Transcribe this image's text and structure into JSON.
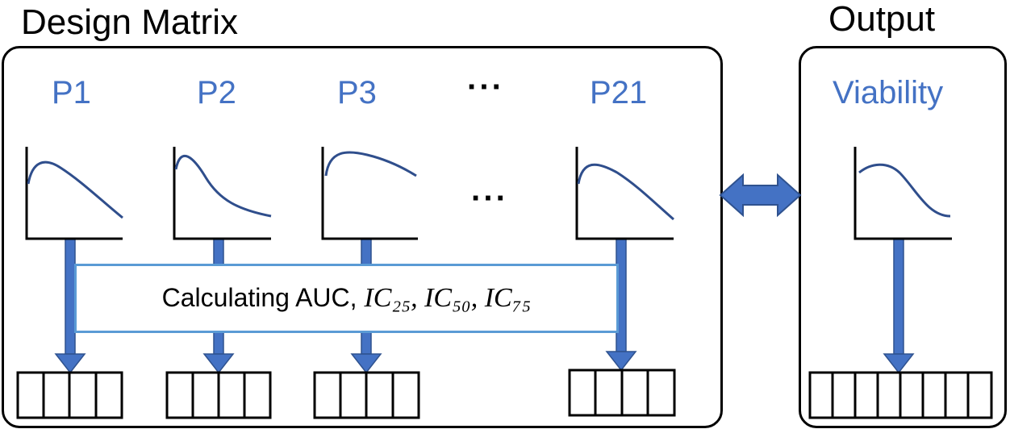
{
  "design": {
    "title": "Design Matrix"
  },
  "output": {
    "title": "Output",
    "label": "Viability"
  },
  "parameters": [
    {
      "label": "P1"
    },
    {
      "label": "P2"
    },
    {
      "label": "P3"
    },
    {
      "label": "P21"
    }
  ],
  "ellipsis": "···",
  "calculation": {
    "prefix": "Calculating AUC, ",
    "terms": "IC₂₅, IC₅₀, IC₇₅"
  },
  "colors": {
    "label": "#4472C4",
    "curve": "#2F4E8C",
    "arrow": "#4472C4",
    "box_border": "#5B9BD5"
  },
  "icons": {
    "bidirectional": "double-arrow-icon"
  }
}
